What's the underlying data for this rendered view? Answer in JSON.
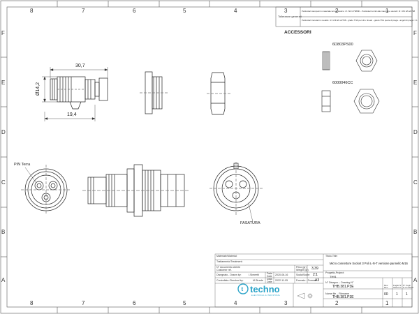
{
  "frame": {
    "columns": [
      "8",
      "7",
      "6",
      "5",
      "4",
      "3",
      "2",
      "1"
    ],
    "rows": [
      "F",
      "E",
      "D",
      "C",
      "B",
      "A"
    ]
  },
  "header": {
    "tolerance_label": "Tolleranze generali",
    "tolerance_notes": [
      "Particolari stampati in materiale termoplastico: rif. ISO 2768MK  -  Particolari torniti alle macchine utensili: rif. UNI EN 22768",
      "Particolari tranciati in metallo: rif. UNI EN 22768 - grado fT16 per dim. lineari - grado fT11 quote di piega - angoli di piega: ± 1"
    ],
    "section_title": "ACCESSORI"
  },
  "accessories": [
    {
      "code": "6D803PS00"
    },
    {
      "code": "6000046CC"
    }
  ],
  "dimensions": {
    "overall_length": "30,7",
    "diameter": "Ø14,2",
    "body_length": "19,4"
  },
  "callouts": {
    "pin_terra": "PIN Terra",
    "fasatura": "FASATURA"
  },
  "title_block": {
    "materiale": "Materiale/Material:",
    "trattamento": "Trattamento/Treatment:",
    "doc_cliente": "N° documento cliente\nCustomer ref.",
    "peso_label": "Peso (gr)\nWeight (gr)",
    "peso_value": "3,39",
    "disegnato_label": "Disegnato - Drawn by:",
    "disegnato_value": "I.Simeetti",
    "data1_label": "Data\nDate",
    "data1_value": "2020-06-16",
    "scala_label": "Scala/Scale:",
    "scala_value": "2:1",
    "controllato_label": "Controllato-Checked by:",
    "controllato_value": "M.Strada",
    "data2_label": "Data\nDate",
    "data2_value": "2022-11-05",
    "formato_label": "Formato - Format:",
    "formato_value": "A3",
    "titolo_label": "Titolo-Title:",
    "titolo_value": "Micro connettore Socket 3 Poli L-N-T versione pannello M16",
    "progetto_label": "Progetto-Project:",
    "progetto_value": "TH91",
    "disegno_label": "N° Disegno – Drawing N°",
    "disegno_value": "THB.381.P3E",
    "file_label": "Nome file – Filename",
    "file_value": "THB.381.P3E",
    "rev_label": "Rev.\nRev.",
    "rev_value": "00",
    "foglio_label": "Foglio N°\nSheet N°",
    "foglio_value": "1",
    "nfogli_label": "N° Fogli\nN.of sheets",
    "nfogli_value": "1",
    "logo_text": "techno",
    "logo_tagline": "ELECTRICAL & INDUSTRIAL"
  }
}
